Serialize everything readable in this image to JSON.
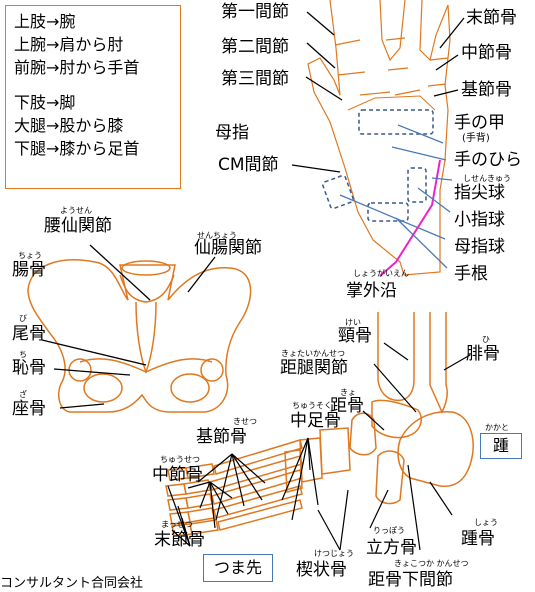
{
  "colors": {
    "bone": "#e07820",
    "pointer": "#000000",
    "blue_line": "#4a7ab5",
    "magenta": "#ee22cc"
  },
  "legend": {
    "upper": [
      "上肢→腕",
      "上腕→肩から肘",
      "前腕→肘から手首"
    ],
    "lower": [
      "下肢→脚",
      "大腿→股から膝",
      "下腿→膝から足首"
    ]
  },
  "hand": {
    "dai1_kansetsu": "第一間節",
    "dai2_kansetsu": "第二間節",
    "dai3_kansetsu": "第三間節",
    "massetsu": "末節骨",
    "chusetsu": "中節骨",
    "kisetsu": "基節骨",
    "boshi": "母指",
    "cm_kansetsu": "CM間節",
    "te_no_ko": "手の甲",
    "te_no_ko_sub": "(手背)",
    "te_no_hira": "手のひら",
    "shisenkyu_ruby": "しせんきゅう",
    "shisenkyu": "指尖球",
    "shoshikyu": "小指球",
    "boshikyu": "母指球",
    "shukon": "手根",
    "shogaien_ruby": "しょうがいえん",
    "shogaien": "掌外沿"
  },
  "pelvis": {
    "yosen_ruby": "ようせん",
    "yosen": "腰仙関節",
    "senchou_ruby": "せんちょう",
    "senchou": "仙腸関節",
    "chou_ruby": "ちょう",
    "chou": "腸骨",
    "bi_ruby": "び",
    "bi": "尾骨",
    "chi_ruby": "ち",
    "chi": "恥骨",
    "za_ruby": "ざ",
    "za": "座骨"
  },
  "foot": {
    "kei_ruby": "けい",
    "kei": "頸骨",
    "hi_ruby": "ひ",
    "hi": "腓骨",
    "kyotai_ruby": "きょたいかんせつ",
    "kyotai": "距腿関節",
    "kyo_ruby": "きょ",
    "kyo": "距骨",
    "chusoku_ruby": "ちゅうそく",
    "chusoku": "中足骨",
    "kisetsu_ruby": "きせつ",
    "kisetsu": "基節骨",
    "chusetsu_ruby": "ちゅうせつ",
    "chusetsu": "中節骨",
    "massetsu_ruby": "まっせつ",
    "massetsu": "末節骨",
    "kakato_ruby": "かかと",
    "kakato": "踵",
    "tsumasaki": "つま先",
    "rippo_ruby": "りっぽう",
    "rippo": "立方骨",
    "ketsujo_ruby": "けつじょう",
    "ketsujo": "楔状骨",
    "shou_ruby": "しょう",
    "shou": "踵骨",
    "kyokotsuka_ruby": "きょこつか かんせつ",
    "kyokotsuka": "距骨下間節"
  },
  "footer": "コンサルタント合同会社"
}
